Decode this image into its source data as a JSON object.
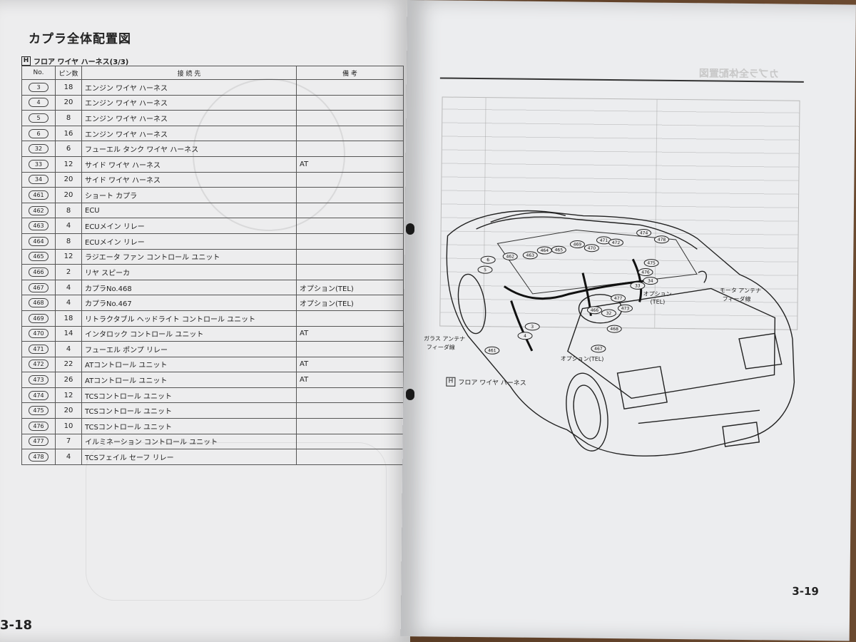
{
  "left_page": {
    "title": "カプラ全体配置図",
    "section_marker": "H",
    "section_title": "フロア ワイヤ ハーネス(3/3)",
    "page_number": "3-18",
    "headers": {
      "no": "No.",
      "pins": "ピン数",
      "dest": "接 続 先",
      "notes": "備 考"
    },
    "rows": [
      {
        "no": "3",
        "pins": "18",
        "dest": "エンジン ワイヤ ハーネス",
        "note": ""
      },
      {
        "no": "4",
        "pins": "20",
        "dest": "エンジン ワイヤ ハーネス",
        "note": ""
      },
      {
        "no": "5",
        "pins": "8",
        "dest": "エンジン ワイヤ ハーネス",
        "note": ""
      },
      {
        "no": "6",
        "pins": "16",
        "dest": "エンジン ワイヤ ハーネス",
        "note": ""
      },
      {
        "no": "32",
        "pins": "6",
        "dest": "フューエル タンク ワイヤ ハーネス",
        "note": ""
      },
      {
        "no": "33",
        "pins": "12",
        "dest": "サイド ワイヤ ハーネス",
        "note": "AT"
      },
      {
        "no": "34",
        "pins": "20",
        "dest": "サイド ワイヤ ハーネス",
        "note": ""
      },
      {
        "no": "461",
        "pins": "20",
        "dest": "ショート カプラ",
        "note": ""
      },
      {
        "no": "462",
        "pins": "8",
        "dest": "ECU",
        "note": ""
      },
      {
        "no": "463",
        "pins": "4",
        "dest": "ECUメイン リレー",
        "note": ""
      },
      {
        "no": "464",
        "pins": "8",
        "dest": "ECUメイン リレー",
        "note": ""
      },
      {
        "no": "465",
        "pins": "12",
        "dest": "ラジエータ ファン コントロール ユニット",
        "note": ""
      },
      {
        "no": "466",
        "pins": "2",
        "dest": "リヤ スピーカ",
        "note": ""
      },
      {
        "no": "467",
        "pins": "4",
        "dest": "カプラNo.468",
        "note": "オプション(TEL)"
      },
      {
        "no": "468",
        "pins": "4",
        "dest": "カプラNo.467",
        "note": "オプション(TEL)"
      },
      {
        "no": "469",
        "pins": "18",
        "dest": "リトラクタブル ヘッドライト コントロール ユニット",
        "note": ""
      },
      {
        "no": "470",
        "pins": "14",
        "dest": "インタロック コントロール ユニット",
        "note": "AT"
      },
      {
        "no": "471",
        "pins": "4",
        "dest": "フューエル ポンプ リレー",
        "note": ""
      },
      {
        "no": "472",
        "pins": "22",
        "dest": "ATコントロール ユニット",
        "note": "AT"
      },
      {
        "no": "473",
        "pins": "26",
        "dest": "ATコントロール ユニット",
        "note": "AT"
      },
      {
        "no": "474",
        "pins": "12",
        "dest": "TCSコントロール ユニット",
        "note": ""
      },
      {
        "no": "475",
        "pins": "20",
        "dest": "TCSコントロール ユニット",
        "note": ""
      },
      {
        "no": "476",
        "pins": "10",
        "dest": "TCSコントロール ユニット",
        "note": ""
      },
      {
        "no": "477",
        "pins": "7",
        "dest": "イルミネーション コントロール ユニット",
        "note": ""
      },
      {
        "no": "478",
        "pins": "4",
        "dest": "TCSフェイル セーフ リレー",
        "note": ""
      }
    ]
  },
  "right_page": {
    "page_number": "3-19",
    "faded_title": "カプラ全体配置図",
    "harness_label": "フロア ワイヤ ハーネス",
    "harness_marker": "H",
    "callouts": {
      "glass_antenna": [
        "ガラス アンテナ",
        "フィーダ線"
      ],
      "motor_antenna": [
        "モータ アンテナ",
        "フィーダ線"
      ],
      "option_tel_1": [
        "オプション",
        "(TEL)"
      ],
      "option_tel_2": "オプション(TEL)"
    },
    "connector_numbers": [
      "474",
      "478",
      "477",
      "472",
      "473",
      "470",
      "471",
      "469",
      "465",
      "464",
      "463",
      "462",
      "475",
      "476",
      "32",
      "33",
      "34",
      "3",
      "4",
      "5",
      "6",
      "466",
      "468",
      "467",
      "461"
    ]
  }
}
